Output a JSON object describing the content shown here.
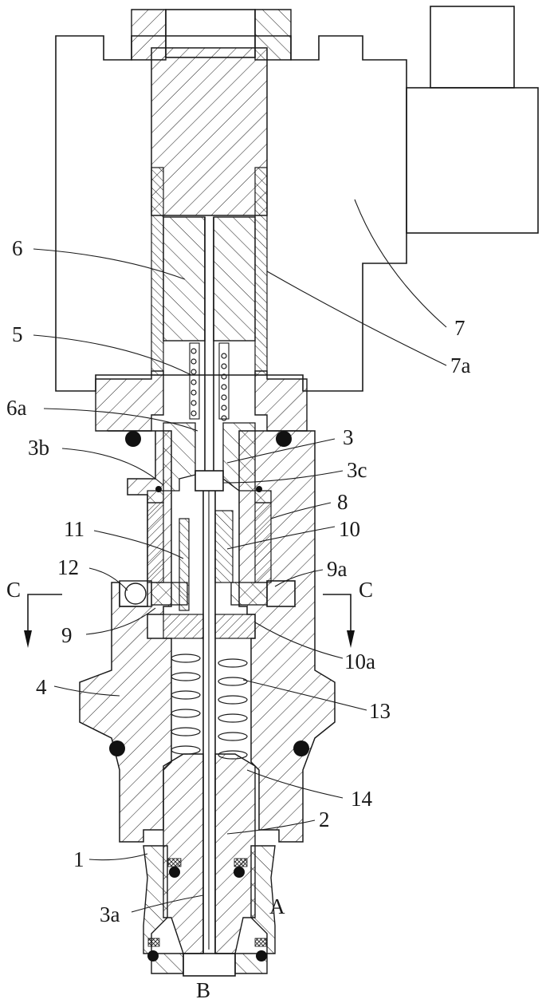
{
  "labels": {
    "l7": "7",
    "l7a": "7a",
    "l6": "6",
    "l5": "5",
    "l6a": "6a",
    "l3b": "3b",
    "l3": "3",
    "l3c": "3c",
    "l8": "8",
    "l11": "11",
    "l10": "10",
    "l12": "12",
    "l9a": "9a",
    "lC1": "C",
    "lC2": "C",
    "l9": "9",
    "l10a": "10a",
    "l4": "4",
    "l13": "13",
    "l14": "14",
    "l2": "2",
    "l1": "1",
    "l3a": "3a",
    "lA": "A",
    "lB": "B"
  }
}
